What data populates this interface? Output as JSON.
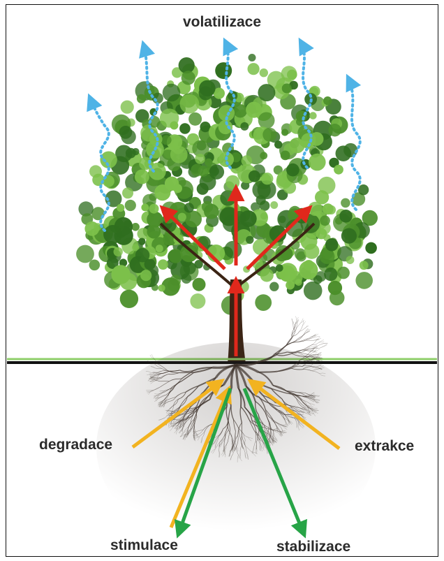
{
  "labels": {
    "top": "volatilizace",
    "left": "degradace",
    "right": "extrakce",
    "bottom_left": "stimulace",
    "bottom_right": "stabilizace"
  },
  "colors": {
    "ground_line": "#111111",
    "grass_line": "#8fcf6a",
    "volatile_arrow": "#4fb3e6",
    "internal_arrow": "#e0281c",
    "degradation_arrow": "#f2b320",
    "stimulation_arrow": "#27a447",
    "foliage_dark": "#2f6e1f",
    "foliage_mid": "#4b8f2a",
    "foliage_light": "#7cc04a",
    "trunk": "#3b2414",
    "roots": "#3a2f28"
  },
  "icons": {
    "tree": "tree-icon",
    "roots": "roots-icon"
  }
}
